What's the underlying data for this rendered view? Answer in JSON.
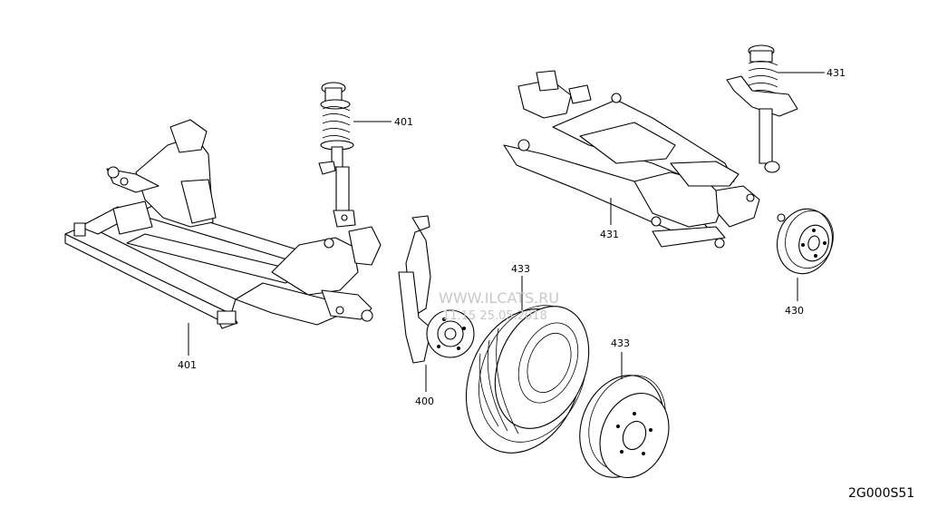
{
  "labels": {
    "frame_front": "401",
    "strut_front": "401",
    "knuckle": "400",
    "tire": "433",
    "wheel": "433",
    "rear_member": "431",
    "strut_rear": "431",
    "rotor": "430"
  },
  "watermark": {
    "site": "WWW.ILCATS.RU",
    "date": "11.15 25.05.2018"
  },
  "diagram_code": "2G000S51"
}
